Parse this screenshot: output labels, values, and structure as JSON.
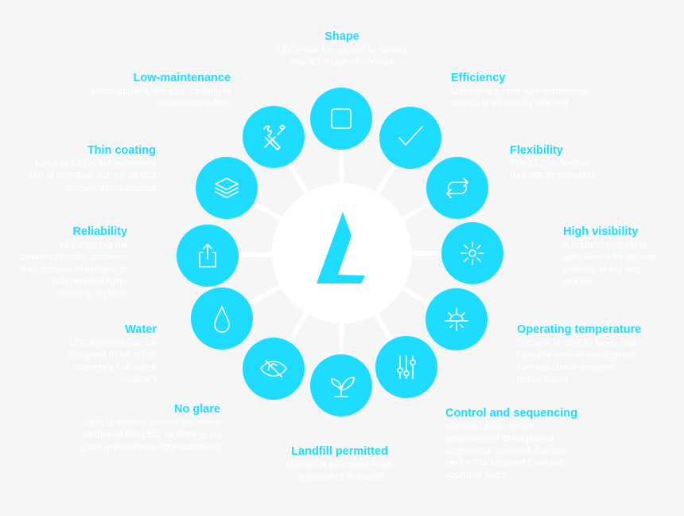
{
  "colors": {
    "accent": "#1ddcff",
    "background": "#f6f6f6",
    "hub": "#ffffff",
    "description_text": "#ffffff"
  },
  "logo": {
    "icon": "lumilor-l-logo"
  },
  "features": [
    {
      "title": "Shape",
      "description": "LECs can be applied to almost any 3D shape or contour",
      "icon": "square-icon"
    },
    {
      "title": "Efficiency",
      "description": "Lumilor is a cool light technology and so is inherently efficient",
      "icon": "checkmark-icon"
    },
    {
      "title": "Flexibility",
      "description": "The LEC is flexible (but not stretchable)",
      "icon": "repeat-arrows-icon"
    },
    {
      "title": "High visibility",
      "description": "A uniform coating of light allows far greater visibility in fog and smoke",
      "icon": "sun-icon"
    },
    {
      "title": "Operating temperature",
      "description": "LumiLor is cool to touch and typically runs at two degrees Celsius above ambient temperature",
      "icon": "half-sun-icon"
    },
    {
      "title": "Control and sequencing",
      "description": "Lumilor LECs can be programmed to be pulsed brightened, dimmed, flashed, strobed or respond to music, sound or voice",
      "icon": "sliders-icon"
    },
    {
      "title": "Landfill permitted",
      "description": "Lumilor is permitted to be disposed of in landfill",
      "icon": "sprout-icon"
    },
    {
      "title": "No glare",
      "description": "Light is emitted across the entire surface of the LEC so there is no glare and minimal light scattering",
      "icon": "eye-off-icon"
    },
    {
      "title": "Water",
      "description": "LEC systems can be designed to be either waterproof or water resistant",
      "icon": "droplet-icon"
    },
    {
      "title": "Reliability",
      "description": "LECs do not fail catastrophically, because they consist of millions of independent light-emitting crystals",
      "icon": "share-upload-icon"
    },
    {
      "title": "Thin coating",
      "description": "LumiLor LECs are extremely thin at less than 0.2mm (0.003 inches) when applied",
      "icon": "layers-icon"
    },
    {
      "title": "Low-maintenance",
      "description": "Once applied, the LEC coating is maintenance-free",
      "icon": "tools-icon"
    }
  ]
}
